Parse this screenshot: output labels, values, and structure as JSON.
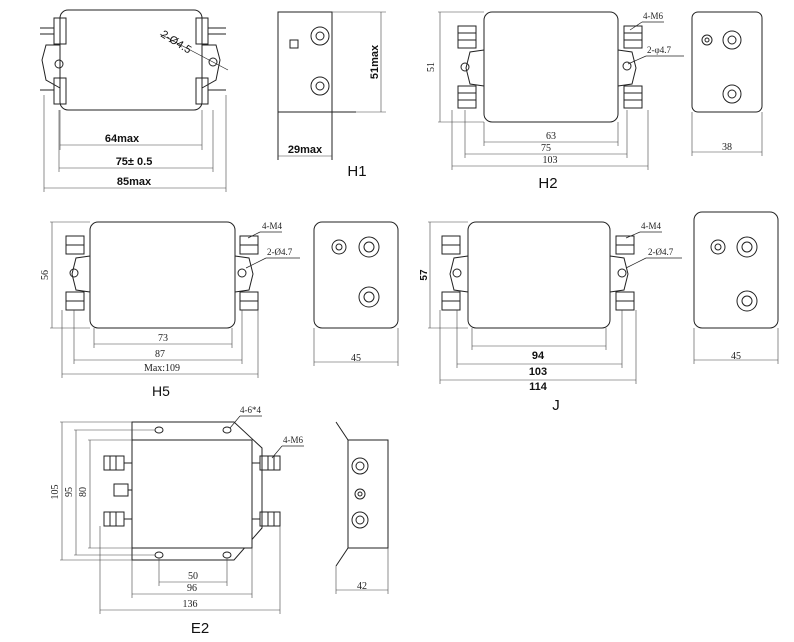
{
  "h1": {
    "model": "H1",
    "hole": "2-Ø4.5",
    "width_body": "64max",
    "width_mount": "75± 0.5",
    "width_total": "85max",
    "height": "51max",
    "depth": "29max"
  },
  "h2": {
    "model": "H2",
    "thread": "4-M6",
    "hole": "2-φ4.7",
    "height": "51",
    "w1": "63",
    "w2": "75",
    "w3": "103",
    "depth": "38"
  },
  "h5": {
    "model": "H5",
    "thread": "4-M4",
    "hole": "2-Ø4.7",
    "height": "56",
    "w1": "73",
    "w2": "87",
    "w3": "Max:109",
    "depth": "45"
  },
  "j": {
    "model": "J",
    "thread": "4-M4",
    "hole": "2-Ø4.7",
    "height": "57",
    "w1": "94",
    "w2": "103",
    "w3": "114",
    "depth": "45"
  },
  "e2": {
    "model": "E2",
    "holes": "4-6*4",
    "thread": "4-M6",
    "h1": "105",
    "h2": "95",
    "h3": "80",
    "w1": "50",
    "w2": "96",
    "w3": "136",
    "depth": "42"
  }
}
